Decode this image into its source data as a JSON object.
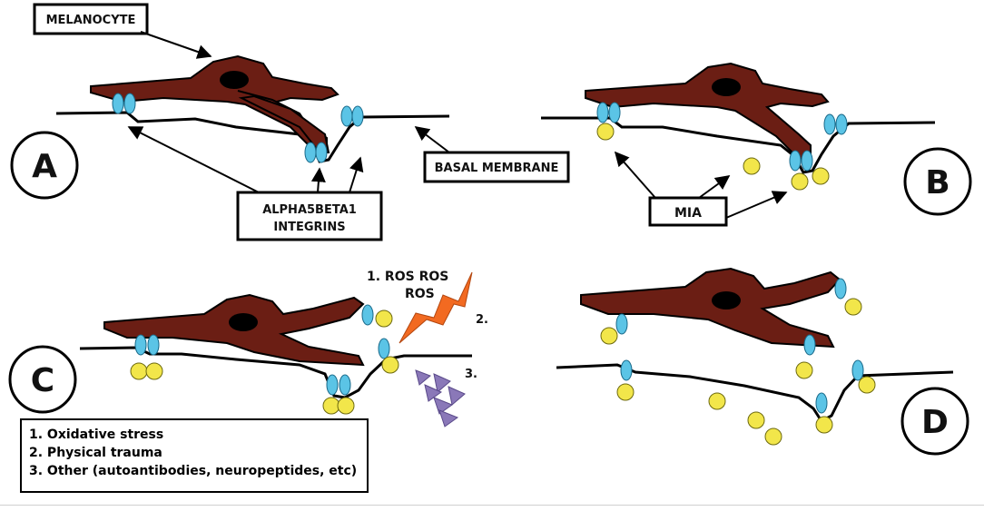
{
  "labels": {
    "melanocyte": "MELANOCYTE",
    "integrins_1": "ALPHA5BETA1",
    "integrins_2": "INTEGRINS",
    "basal_membrane": "BASAL MEMBRANE",
    "mia": "MIA"
  },
  "panels": {
    "a": "A",
    "b": "B",
    "c": "C",
    "d": "D"
  },
  "ros": {
    "line1": "1.  ROS ROS",
    "line2": "ROS"
  },
  "markers": {
    "two": "2.",
    "three": "3."
  },
  "legend": {
    "item1": "1.   Oxidative stress",
    "item2": "2.   Physical trauma",
    "item3": "3.   Other (autoantibodies, neuropeptides, etc)"
  },
  "colors": {
    "melanocyte": "#6b1e14",
    "integrin": "#5bc4e6",
    "mia": "#f2e64a",
    "lightning": "#f26a21",
    "triangles": "#8a78b8"
  }
}
